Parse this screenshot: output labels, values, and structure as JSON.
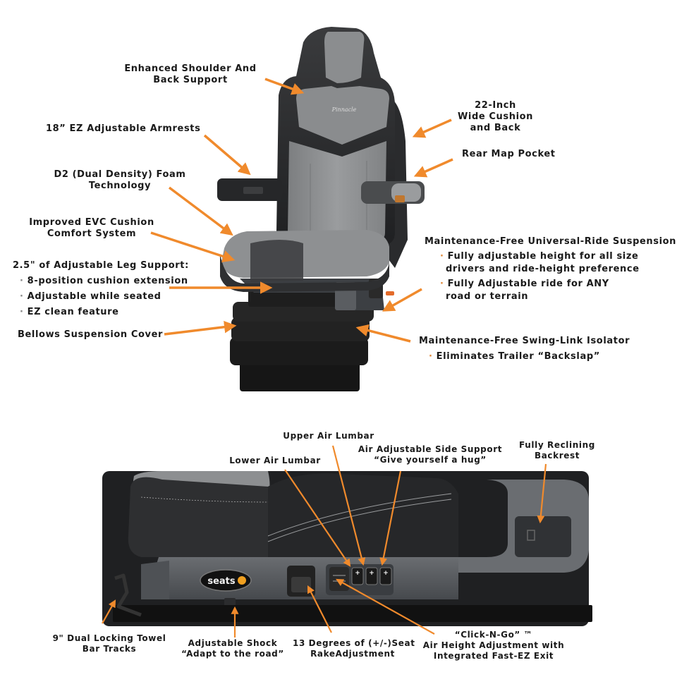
{
  "colors": {
    "arrow": "#f08a2c",
    "text": "#1a1a1a",
    "seat_dark": "#2b2c2e",
    "seat_gray": "#8f9193",
    "plastic_gray": "#55585c"
  },
  "top_diagram": {
    "labels": {
      "shoulder": {
        "line1": "Enhanced Shoulder And",
        "line2": "Back Support"
      },
      "armrests": "18” EZ Adjustable Armrests",
      "foam": {
        "line1": "D2 (Dual Density) Foam",
        "line2": "Technology"
      },
      "evc": {
        "line1": "Improved EVC Cushion",
        "line2": "Comfort System"
      },
      "leg_support": {
        "title": "2.5\" of Adjustable Leg Support:",
        "bullets": [
          "8-position cushion extension",
          "Adjustable while seated",
          "EZ clean feature"
        ]
      },
      "bellows": "Bellows Suspension Cover",
      "wide": {
        "line1": "22-Inch",
        "line2": "Wide Cushion",
        "line3": "and Back"
      },
      "map_pocket": "Rear Map Pocket",
      "suspension": {
        "title": "Maintenance-Free Universal-Ride Suspension",
        "bullets": [
          {
            "line1": "Fully adjustable height for all size",
            "line2": "drivers and ride-height preference"
          },
          {
            "line1": "Fully Adjustable ride for ANY",
            "line2": "road or terrain"
          }
        ]
      },
      "swing_link": {
        "title": "Maintenance-Free Swing-Link Isolator",
        "bullets": [
          "Eliminates Trailer “Backslap”"
        ]
      }
    },
    "seat_logo": "Pinnacle"
  },
  "bottom_diagram": {
    "labels": {
      "upper_lumbar": "Upper Air Lumbar",
      "lower_lumbar": "Lower Air Lumbar",
      "side_support": {
        "line1": "Air Adjustable Side Support",
        "line2": "“Give yourself a hug”"
      },
      "reclining": {
        "line1": "Fully Reclining",
        "line2": "Backrest"
      },
      "towel_bar": {
        "line1": "9\" Dual Locking Towel",
        "line2": "Bar Tracks"
      },
      "shock": {
        "line1": "Adjustable Shock",
        "line2": "“Adapt to the road”"
      },
      "rake": {
        "line1": "13 Degrees of (+/-)Seat",
        "line2": "RakeAdjustment"
      },
      "click_n_go": {
        "line1": "“Click-N-Go” ™",
        "line2": "Air Height Adjustment with",
        "line3": "Integrated Fast-EZ Exit"
      }
    },
    "brand_badge": "seats",
    "button_glyph": "+"
  }
}
